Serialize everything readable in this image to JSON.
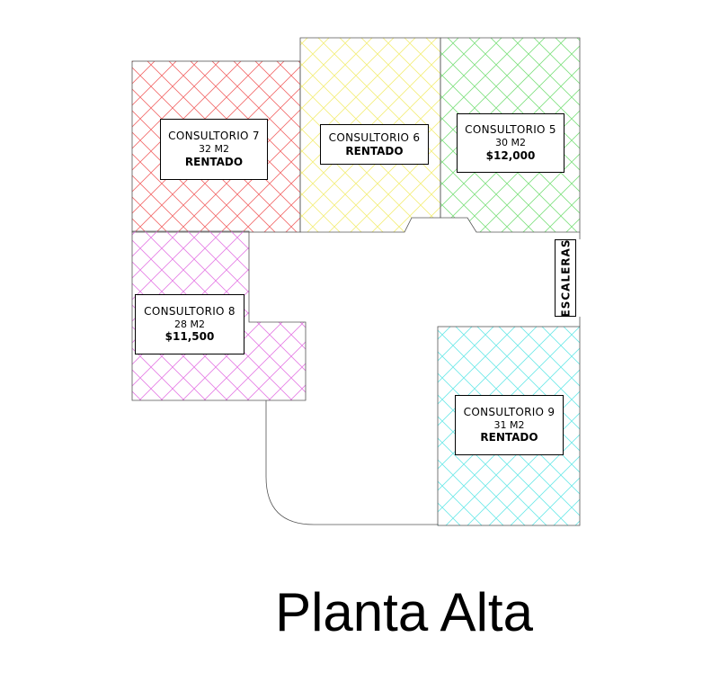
{
  "title": "Planta Alta",
  "stairs_label": "ESCALERAS",
  "rooms": {
    "c7": {
      "name": "CONSULTORIO 7",
      "area": "32 M2",
      "status": "RENTADO",
      "color": "#f26a6a"
    },
    "c6": {
      "name": "CONSULTORIO 6",
      "status": "RENTADO",
      "color": "#f3ee7a"
    },
    "c5": {
      "name": "CONSULTORIO 5",
      "area": "30 M2",
      "status": "$12,000",
      "color": "#7fe07f"
    },
    "c8": {
      "name": "CONSULTORIO 8",
      "area": "28 M2",
      "status": "$11,500",
      "color": "#e57de5"
    },
    "c9": {
      "name": "CONSULTORIO 9",
      "area": "31 M2",
      "status": "RENTADO",
      "color": "#6ee8e8"
    }
  }
}
